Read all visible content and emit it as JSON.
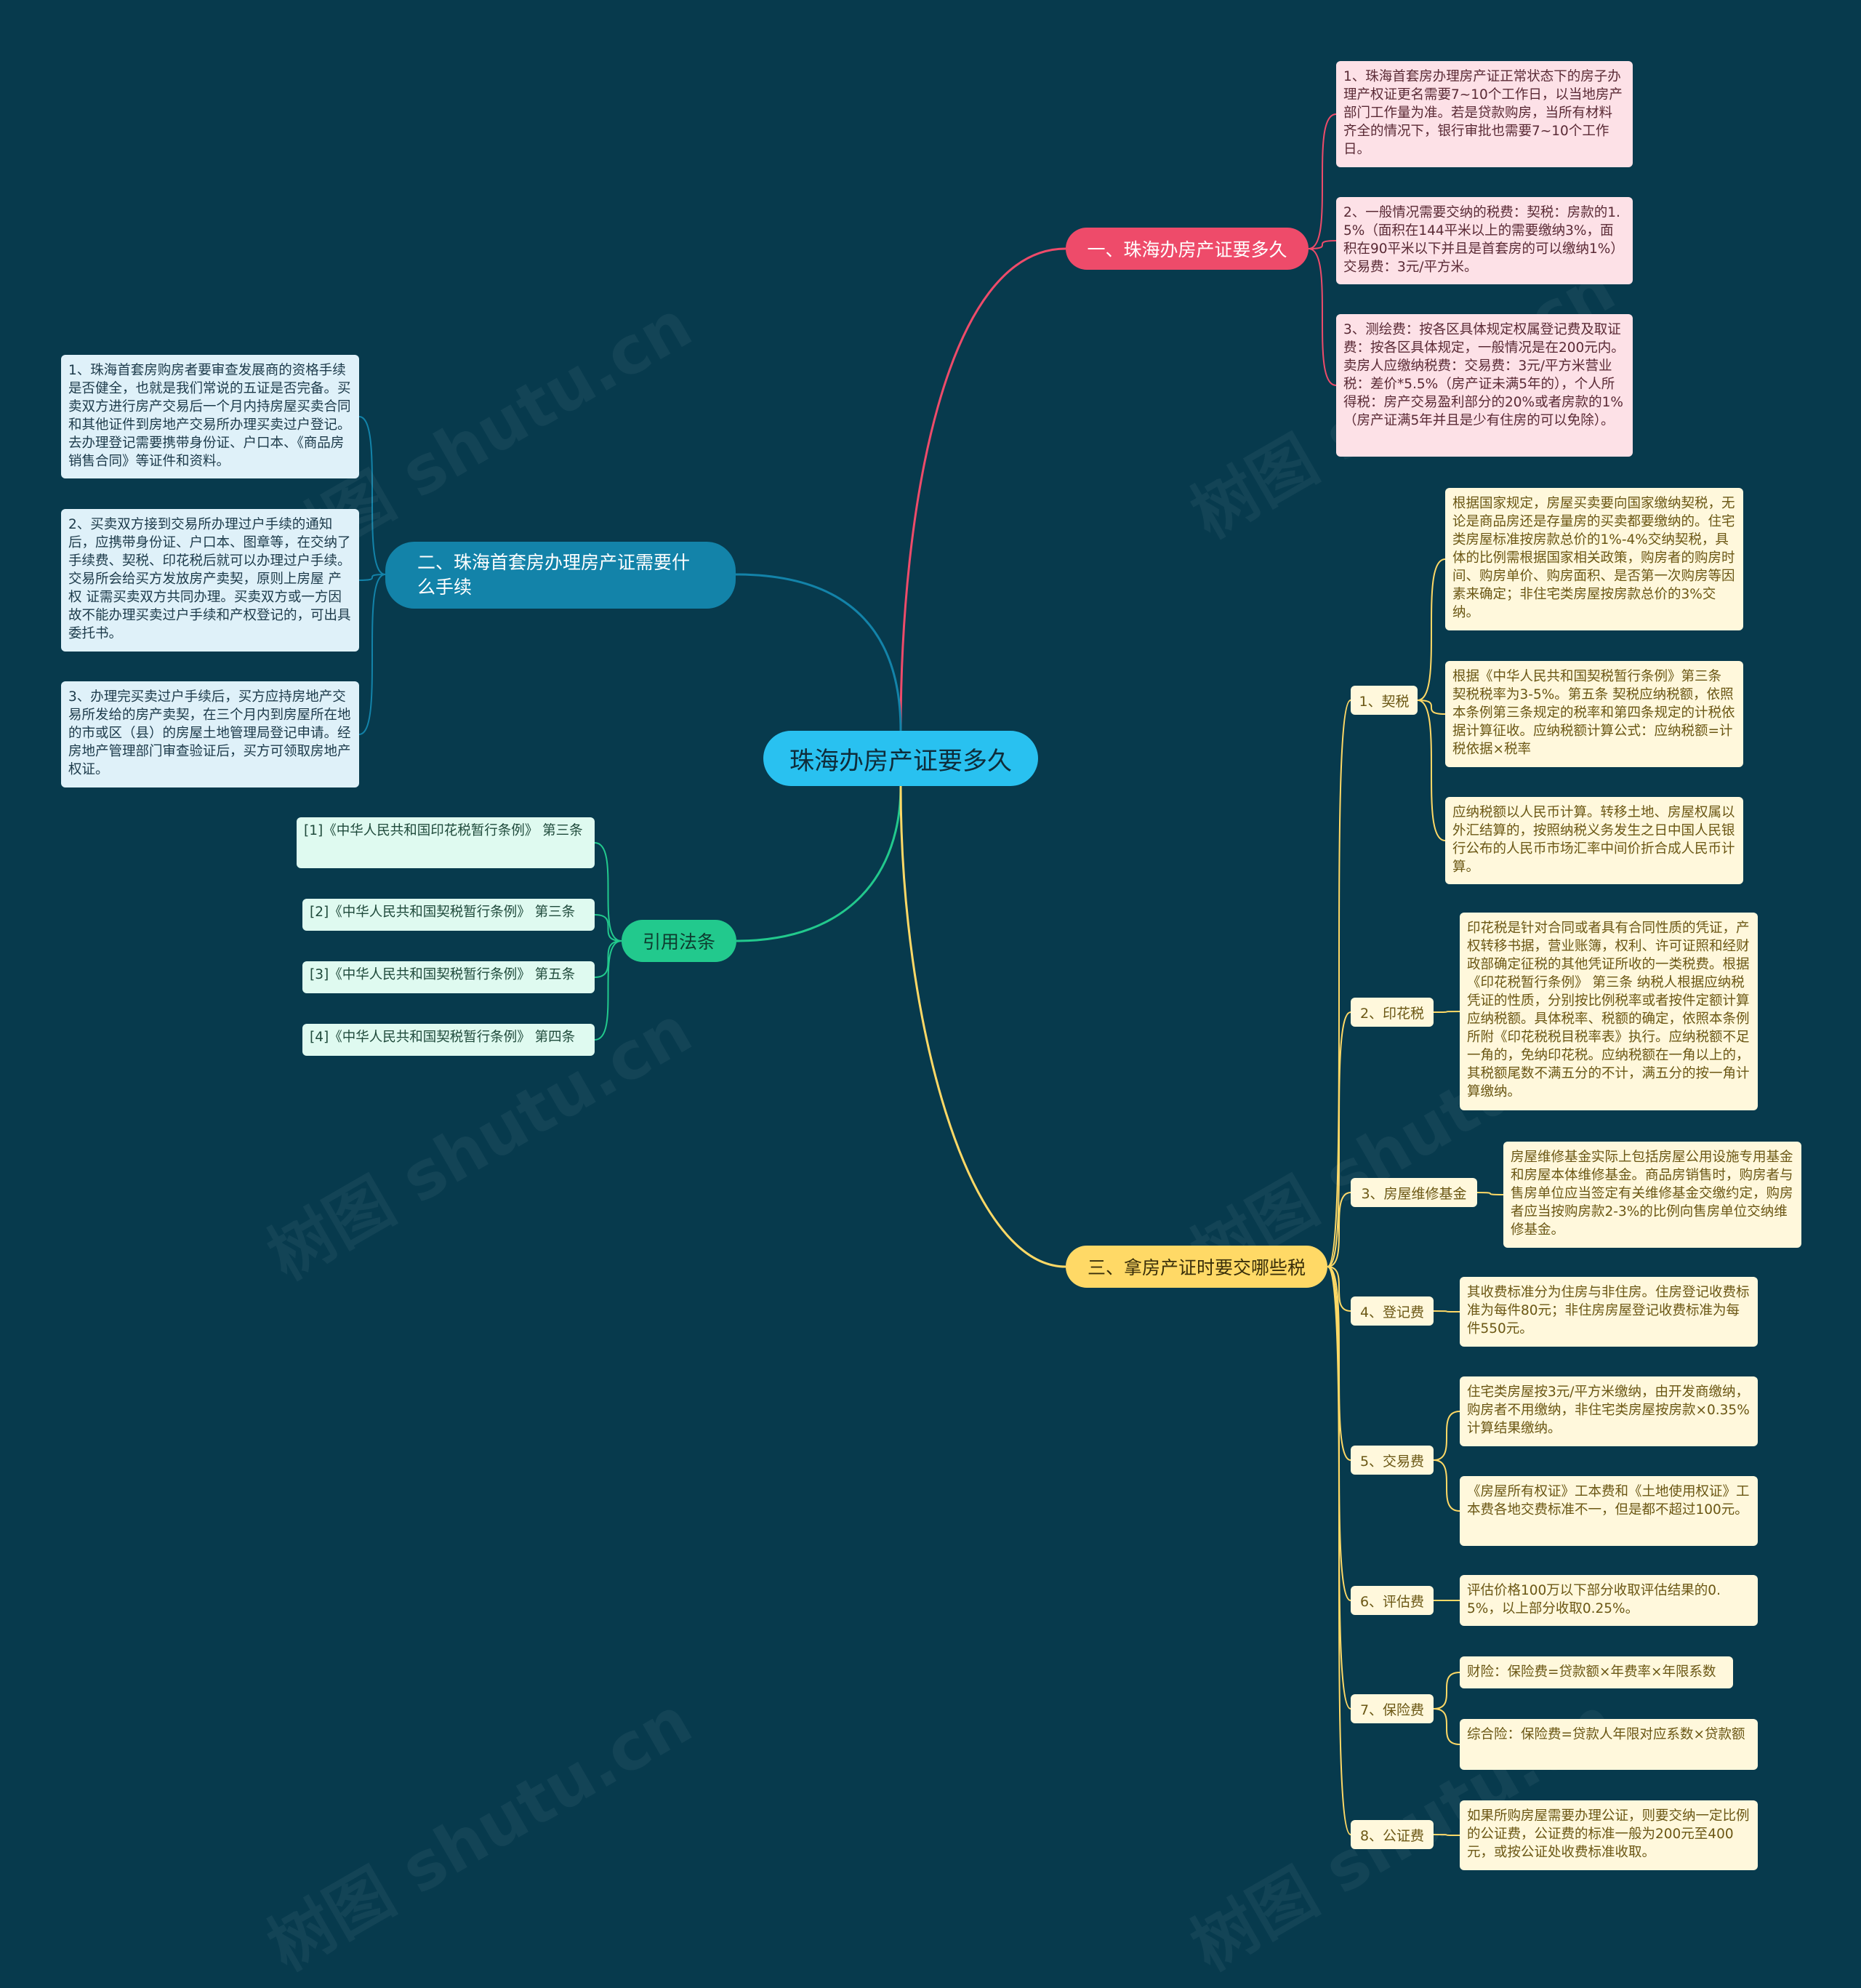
{
  "root": "珠海办房产证要多久",
  "branches": {
    "b1": {
      "label": "一、珠海办房产证要多久",
      "leaves": [
        "1、珠海首套房办理房产证正常状态下的房子办理产权证更名需要7~10个工作日，以当地房产部门工作量为准。若是贷款购房，当所有材料齐全的情况下，银行审批也需要7~10个工作日。",
        "2、一般情况需要交纳的税费：契税：房款的1.5%（面积在144平米以上的需要缴纳3%，面积在90平米以下并且是首套房的可以缴纳1%）交易费：3元/平方米。",
        "3、测绘费：按各区具体规定权属登记费及取证费：按各区具体规定，一般情况是在200元内。卖房人应缴纳税费：交易费：3元/平方米营业税：差价*5.5%（房产证未满5年的），个人所得税：房产交易盈利部分的20%或者房款的1%（房产证满5年并且是少有住房的可以免除）。"
      ]
    },
    "b2": {
      "label": "二、珠海首套房办理房产证需要什么手续",
      "leaves": [
        "1、珠海首套房购房者要审查发展商的资格手续是否健全，也就是我们常说的五证是否完备。买卖双方进行房产交易后一个月内持房屋买卖合同和其他证件到房地产交易所办理买卖过户登记。去办理登记需要携带身份证、户口本、《商品房销售合同》等证件和资料。",
        "2、买卖双方接到交易所办理过户手续的通知后，应携带身份证、户口本、图章等，在交纳了手续费、契税、印花税后就可以办理过户手续。交易所会给买方发放房产卖契，原则上房屋 产权 证需买卖双方共同办理。买卖双方或一方因故不能办理买卖过户手续和产权登记的，可出具委托书。",
        "3、办理完买卖过户手续后，买方应持房地产交易所发给的房产卖契，在三个月内到房屋所在地的市或区（县）的房屋土地管理局登记申请。经房地产管理部门审查验证后，买方可领取房地产权证。"
      ]
    },
    "b3": {
      "label": "引用法条",
      "leaves": [
        "[1]《中华人民共和国印花税暂行条例》 第三条",
        "[2]《中华人民共和国契税暂行条例》 第三条",
        "[3]《中华人民共和国契税暂行条例》 第五条",
        "[4]《中华人民共和国契税暂行条例》 第四条"
      ]
    },
    "b4": {
      "label": "三、拿房产证时要交哪些税",
      "subs": [
        {
          "label": "1、契税",
          "leaves": [
            "根据国家规定，房屋买卖要向国家缴纳契税，无论是商品房还是存量房的买卖都要缴纳的。住宅类房屋标准按房款总价的1%-4%交纳契税，具体的比例需根据国家相关政策，购房者的购房时间、购房单价、购房面积、是否第一次购房等因素来确定；非住宅类房屋按房款总价的3%交纳。",
            "根据《中华人民共和国契税暂行条例》第三条 契税税率为3-5%。第五条 契税应纳税额，依照本条例第三条规定的税率和第四条规定的计税依据计算征收。应纳税额计算公式：应纳税额=计税依据×税率",
            "应纳税额以人民币计算。转移土地、房屋权属以外汇结算的，按照纳税义务发生之日中国人民银行公布的人民币市场汇率中间价折合成人民币计算。"
          ]
        },
        {
          "label": "2、印花税",
          "leaves": [
            "印花税是针对合同或者具有合同性质的凭证，产权转移书据，营业账簿，权利、许可证照和经财政部确定征税的其他凭证所收的一类税费。根据《印花税暂行条例》 第三条 纳税人根据应纳税凭证的性质，分别按比例税率或者按件定额计算应纳税额。具体税率、税额的确定，依照本条例所附《印花税税目税率表》执行。应纳税额不足一角的，免纳印花税。应纳税额在一角以上的，其税额尾数不满五分的不计，满五分的按一角计算缴纳。"
          ]
        },
        {
          "label": "3、房屋维修基金",
          "leaves": [
            "房屋维修基金实际上包括房屋公用设施专用基金和房屋本体维修基金。商品房销售时，购房者与售房单位应当签定有关维修基金交缴约定，购房者应当按购房款2-3%的比例向售房单位交纳维修基金。"
          ]
        },
        {
          "label": "4、登记费",
          "leaves": [
            "其收费标准分为住房与非住房。住房登记收费标准为每件80元；非住房房屋登记收费标准为每件550元。"
          ]
        },
        {
          "label": "5、交易费",
          "leaves": [
            "住宅类房屋按3元/平方米缴纳，由开发商缴纳，购房者不用缴纳，非住宅类房屋按房款×0.35%计算结果缴纳。",
            "《房屋所有权证》工本费和《土地使用权证》工本费各地交费标准不一，但是都不超过100元。"
          ]
        },
        {
          "label": "6、评估费",
          "leaves": [
            "评估价格100万以下部分收取评估结果的0.5%，以上部分收取0.25%。"
          ]
        },
        {
          "label": "7、保险费",
          "leaves": [
            "财险：保险费=贷款额×年费率×年限系数",
            "综合险：保险费=贷款人年限对应系数×贷款额"
          ]
        },
        {
          "label": "8、公证费",
          "leaves": [
            "如果所购房屋需要办理公证，则要交纳一定比例的公证费，公证费的标准一般为200元至400元，或按公证处收费标准收取。"
          ]
        }
      ]
    }
  },
  "watermark": "树图 shutu.cn",
  "colors": {
    "background": "#073a4d",
    "root": "#29c1f0",
    "pink": "#ee4b6a",
    "blue": "#1383a9",
    "green": "#22c98d",
    "yellow": "#ffd966"
  }
}
